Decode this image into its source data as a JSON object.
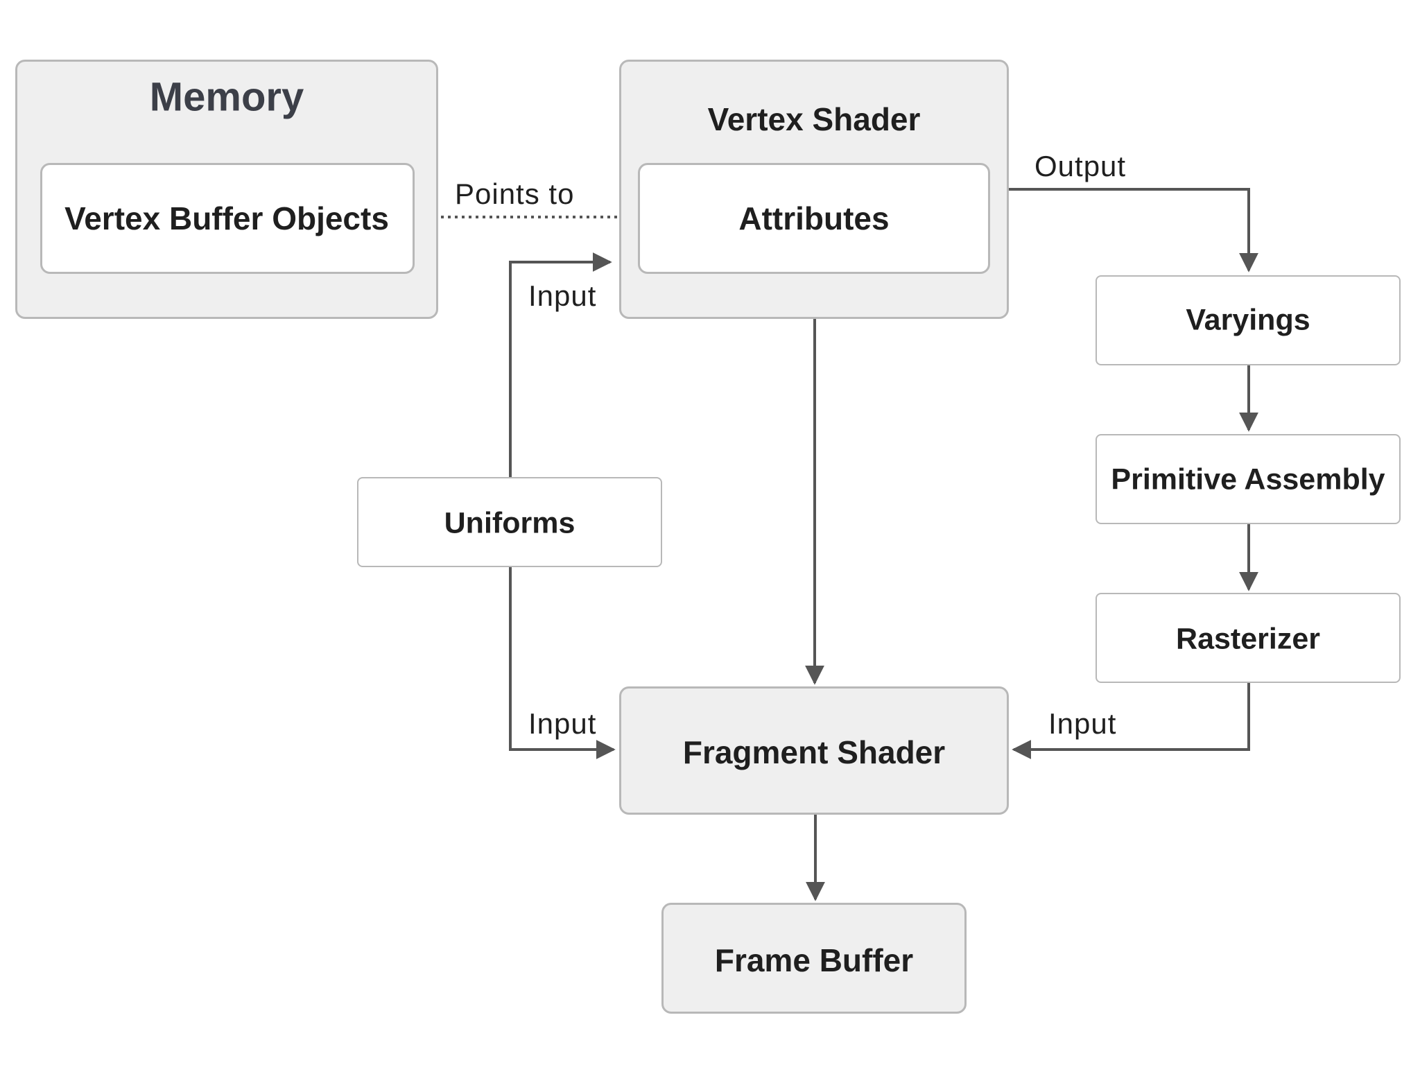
{
  "nodes": {
    "memory": {
      "title": "Memory"
    },
    "vertex_buffer_objects": {
      "label": "Vertex Buffer Objects"
    },
    "vertex_shader": {
      "title": "Vertex Shader"
    },
    "attributes": {
      "label": "Attributes"
    },
    "varyings": {
      "label": "Varyings"
    },
    "primitive_assembly": {
      "label": "Primitive Assembly"
    },
    "rasterizer": {
      "label": "Rasterizer"
    },
    "uniforms": {
      "label": "Uniforms"
    },
    "fragment_shader": {
      "label": "Fragment Shader"
    },
    "frame_buffer": {
      "label": "Frame Buffer"
    }
  },
  "edges": {
    "points_to": "Points to",
    "output": "Output",
    "uniforms_to_vertex": "Input",
    "uniforms_to_fragment": "Input",
    "rasterizer_to_fragment": "Input"
  },
  "colors": {
    "line": "#555555",
    "box_border": "#b8b8b8",
    "container_fill": "#efefef",
    "inner_fill": "#ffffff",
    "text": "#1f1f1f"
  }
}
